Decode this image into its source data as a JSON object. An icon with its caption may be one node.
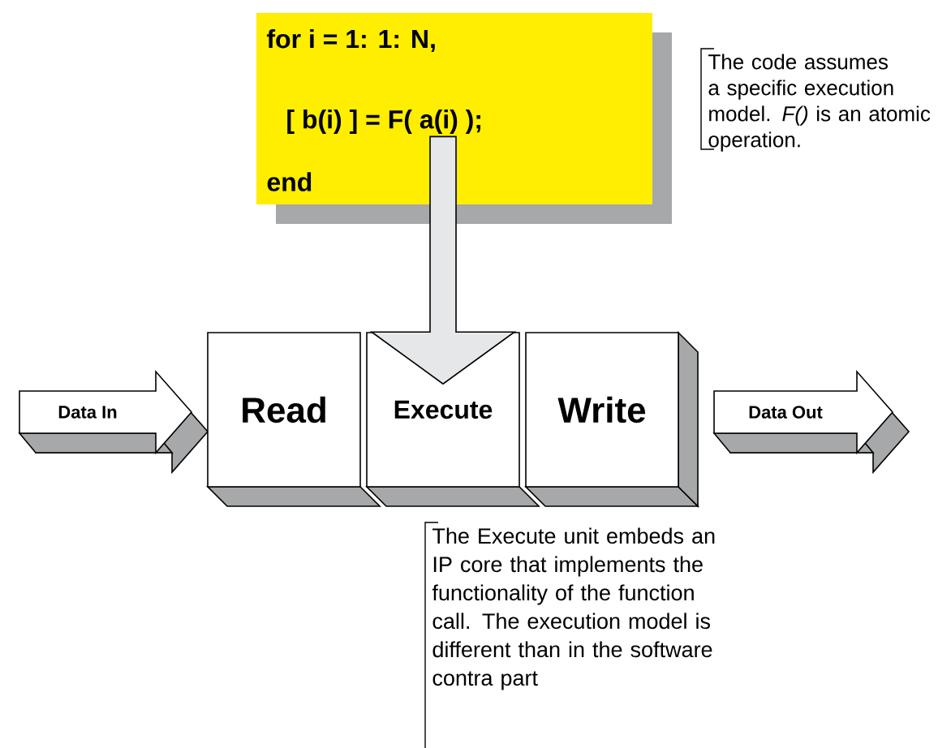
{
  "diagram": {
    "nodes": [
      {
        "text": [
          "for i = 1: 1: N,",
          "[ b(i) ]  =  F( a(i) );",
          "end"
        ]
      },
      {
        "text": [
          "Data In"
        ]
      },
      {
        "text": [
          "Read"
        ]
      },
      {
        "text": [
          "Execute"
        ]
      },
      {
        "text": [
          "Write"
        ]
      },
      {
        "text": [
          "Data Out"
        ]
      }
    ],
    "edges": [
      {
        "from": 0,
        "to": 3,
        "arrow": "to"
      }
    ],
    "labels": [
      "The code assumes a specific execution model. *F()* is an atomic operation.",
      "The Execute unit embeds an IP core that implements the functionality of the function call. The execution model is different than in the software contra part"
    ]
  }
}
